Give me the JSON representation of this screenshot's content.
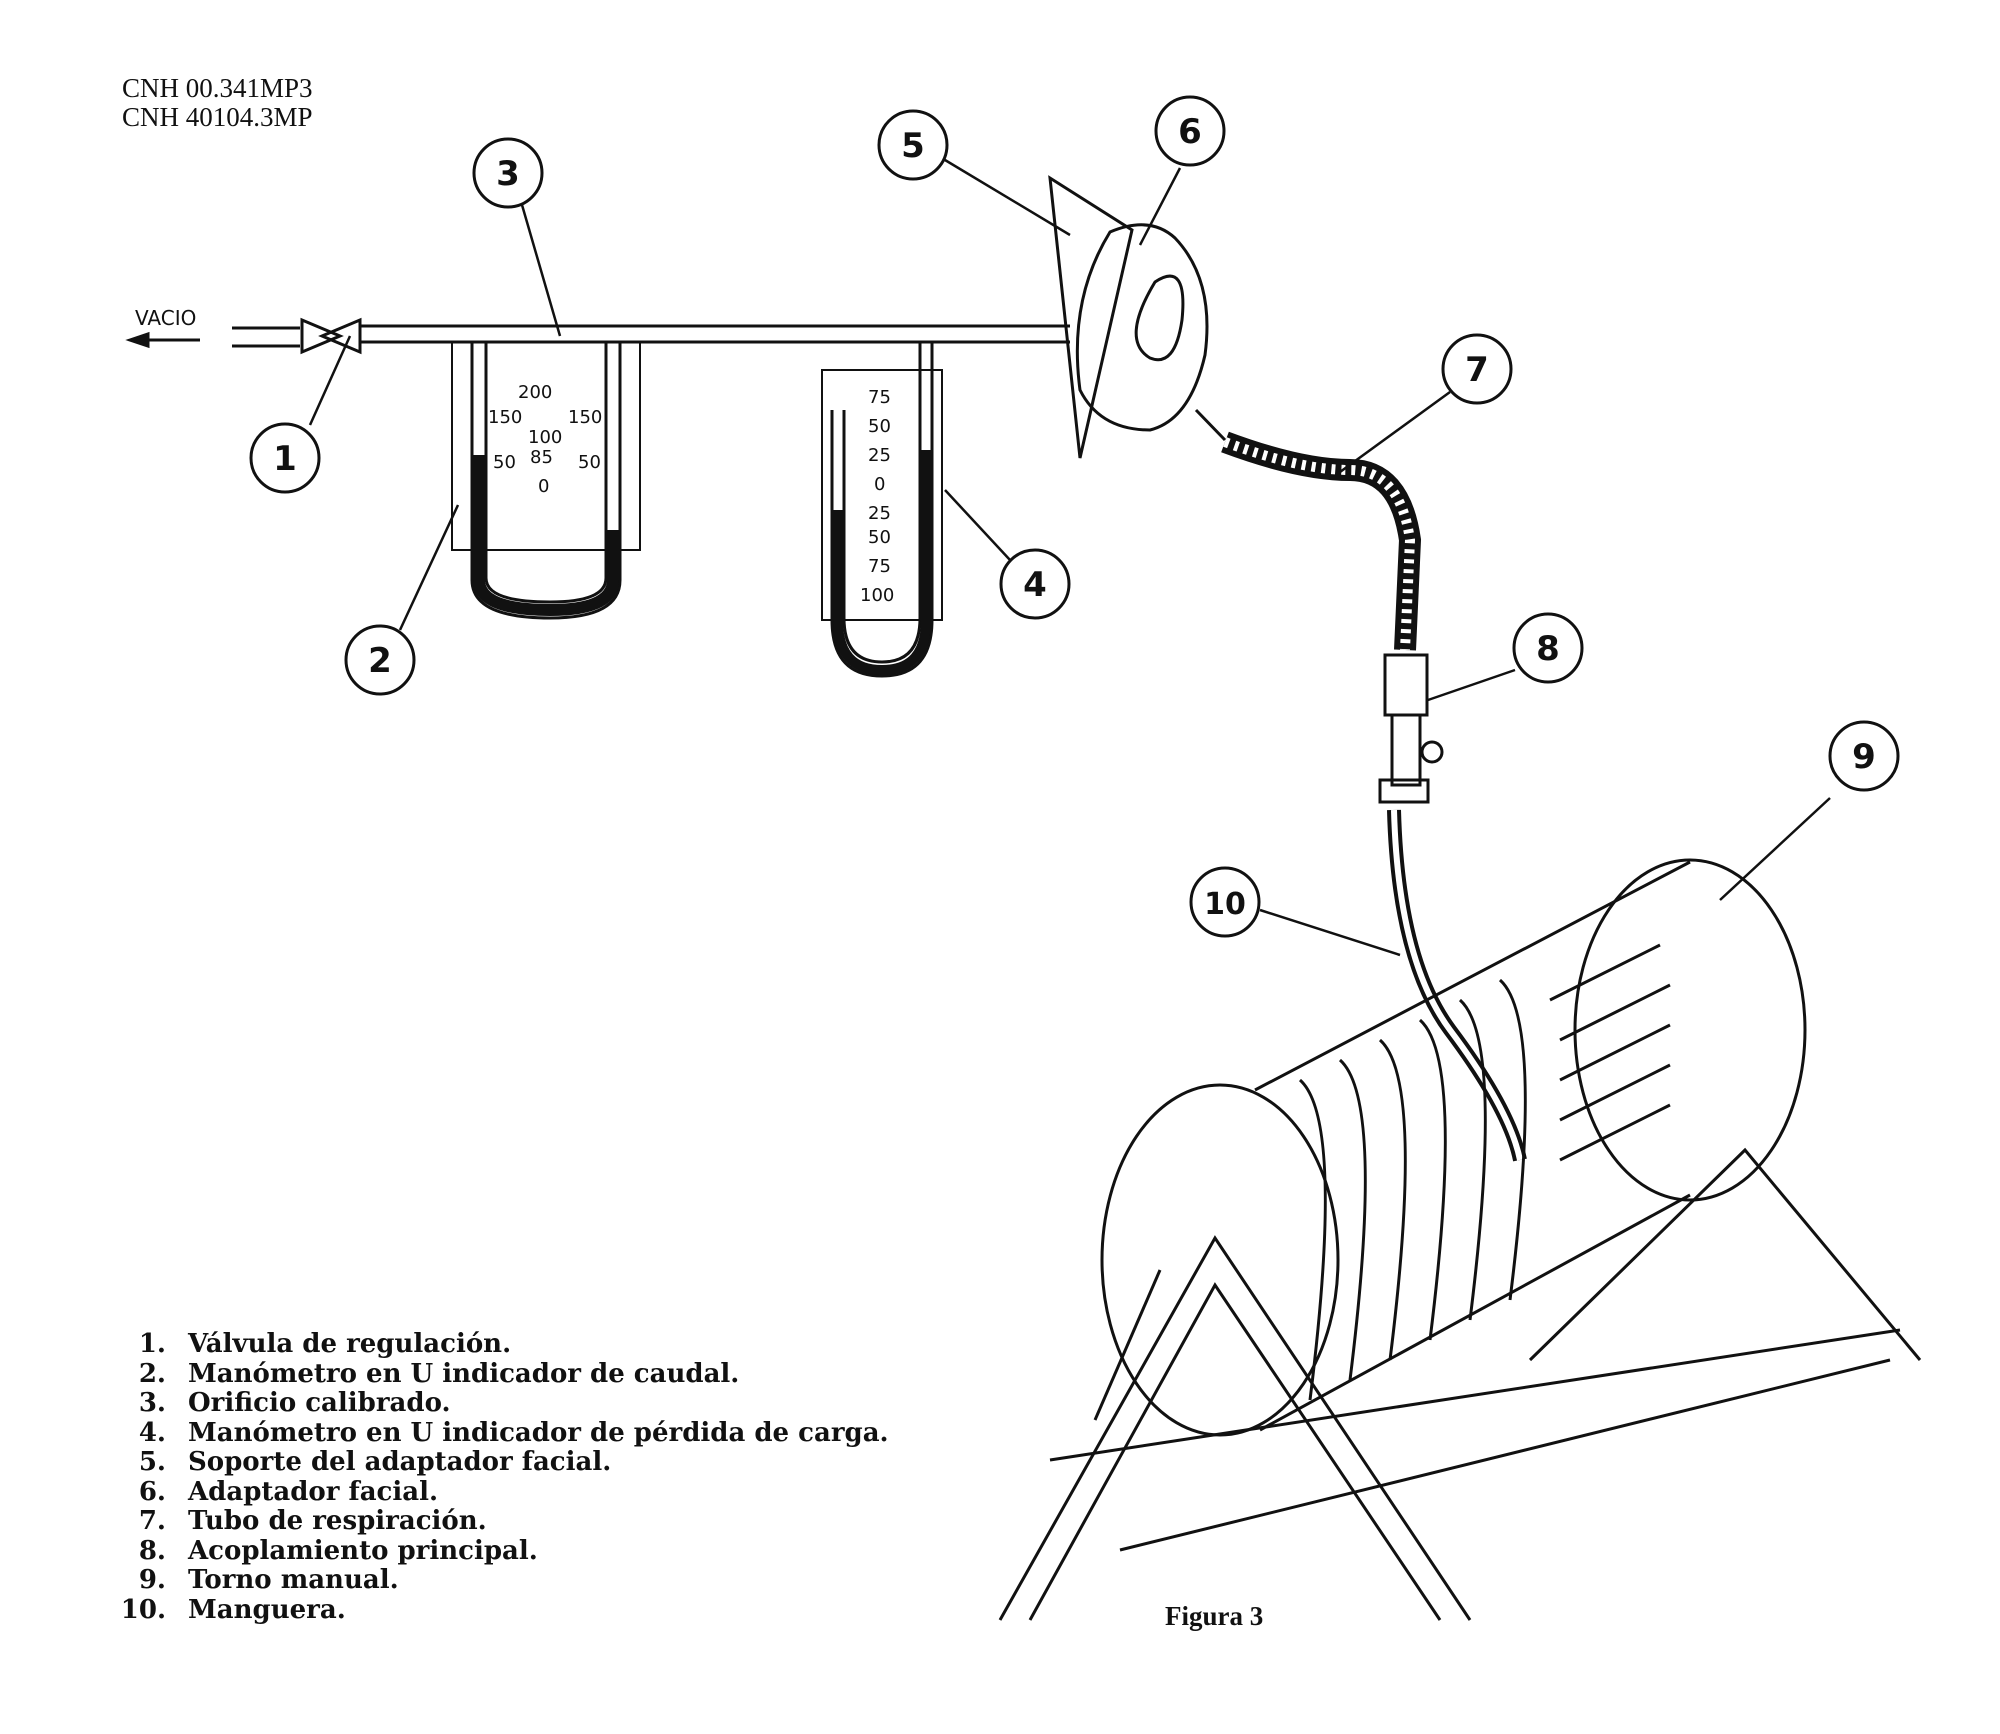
{
  "header": {
    "lines": [
      "CNH 00.341MP3",
      "CNH 40104.3MP"
    ]
  },
  "diagram": {
    "vacuum_label": "VACIO",
    "callouts": [
      "1",
      "2",
      "3",
      "4",
      "5",
      "6",
      "7",
      "8",
      "9",
      "10"
    ],
    "flow_manometer_scale": [
      "200",
      "150",
      "150",
      "100",
      "85",
      "50",
      "50",
      "0"
    ],
    "loss_manometer_scale": [
      "75",
      "50",
      "25",
      "0",
      "25",
      "50",
      "75",
      "100"
    ]
  },
  "legend": {
    "items": [
      {
        "num": "1.",
        "text": "Válvula de regulación."
      },
      {
        "num": "2.",
        "text": "Manómetro en U indicador de caudal."
      },
      {
        "num": "3.",
        "text": "Orificio calibrado."
      },
      {
        "num": "4.",
        "text": "Manómetro en U indicador de pérdida de carga."
      },
      {
        "num": "5.",
        "text": "Soporte del adaptador facial."
      },
      {
        "num": "6.",
        "text": "Adaptador facial."
      },
      {
        "num": "7.",
        "text": "Tubo de respiración."
      },
      {
        "num": "8.",
        "text": "Acoplamiento principal."
      },
      {
        "num": "9.",
        "text": "Torno manual."
      },
      {
        "num": "10.",
        "text": "Manguera."
      }
    ]
  },
  "caption": "Figura 3"
}
